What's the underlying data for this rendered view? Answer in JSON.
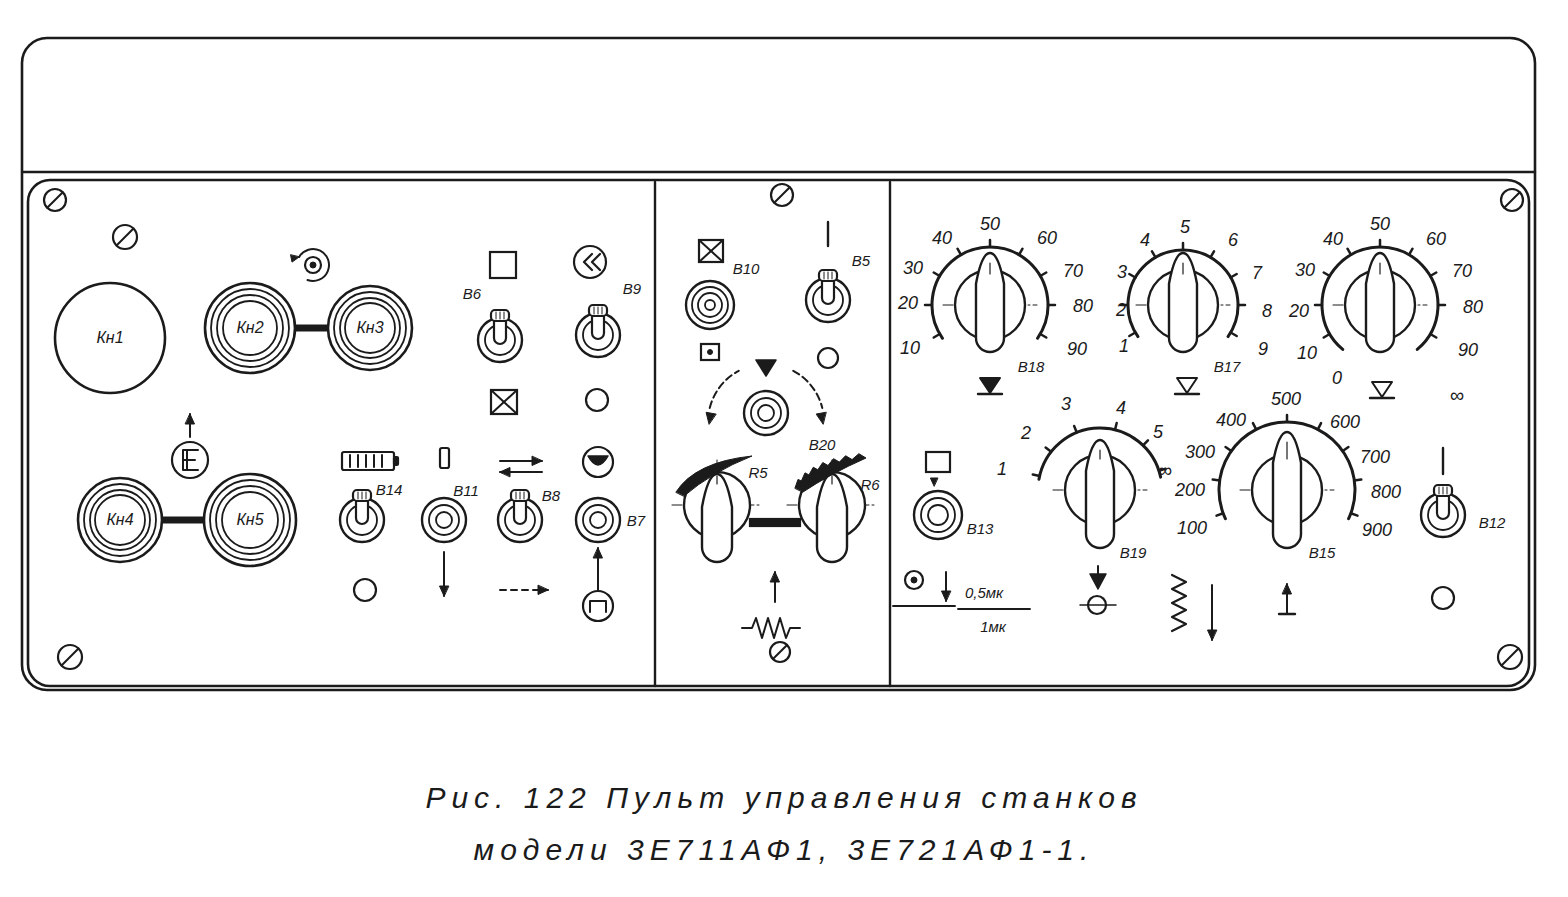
{
  "diagram": {
    "caption": "Рис. 122 Пульт управления станков модели 3Е711АФ1, 3Е721АФ1-1.",
    "nodes": [
      {
        "text": [
          "Кн1"
        ]
      },
      {
        "text": [
          "Кн2"
        ]
      },
      {
        "text": [
          "Кн3"
        ]
      },
      {
        "text": [
          "Кн4"
        ]
      },
      {
        "text": [
          "Кн5"
        ]
      }
    ],
    "edges": [
      {
        "from": 1,
        "to": 2,
        "arrow": "none"
      },
      {
        "from": 3,
        "to": 4,
        "arrow": "none"
      }
    ],
    "labels": [
      "В6",
      "В9",
      "В10",
      "В5",
      "В14",
      "В11",
      "В8",
      "В7",
      "В20",
      "R5",
      "R6",
      "В13",
      "0,5мк",
      "1мк",
      "В18",
      "10",
      "20",
      "30",
      "40",
      "50",
      "60",
      "70",
      "80",
      "90",
      "В17",
      "1",
      "2",
      "3",
      "4",
      "5",
      "6",
      "7",
      "8",
      "9",
      "0",
      "10",
      "20",
      "30",
      "40",
      "50",
      "60",
      "70",
      "80",
      "90",
      "∞",
      "В19",
      "1",
      "2",
      "3",
      "4",
      "5",
      "∞",
      "В15",
      "100",
      "200",
      "300",
      "400",
      "500",
      "600",
      "700",
      "800",
      "900",
      "В12"
    ]
  }
}
